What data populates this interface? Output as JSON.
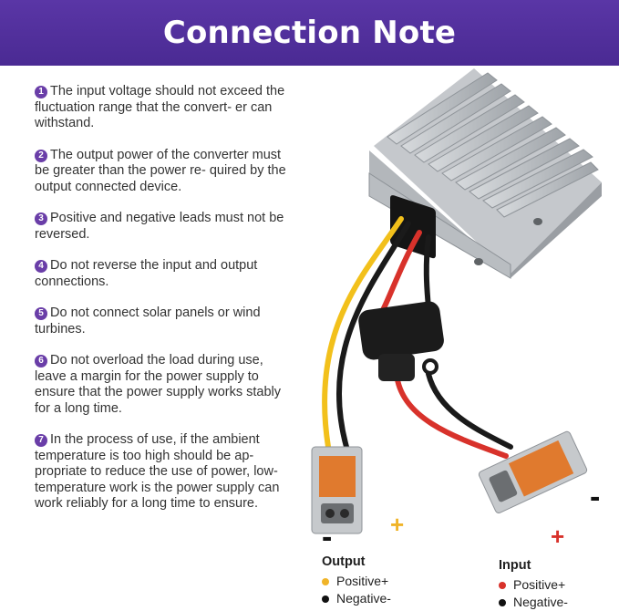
{
  "title": "Connection Note",
  "notes": [
    {
      "num": "1",
      "text": "The input voltage should not exceed the fluctuation range that the convert- er can withstand."
    },
    {
      "num": "2",
      "text": "The output power of the converter must be greater than the power re- quired by the output connected device."
    },
    {
      "num": "3",
      "text": "Positive and negative leads must not be reversed."
    },
    {
      "num": "4",
      "text": "Do not reverse the input and output connections."
    },
    {
      "num": "5",
      "text": "Do not connect solar panels or wind turbines."
    },
    {
      "num": "6",
      "text": "Do not overload the load during use, leave a margin for the power supply to ensure that the power supply works stably for a long time."
    },
    {
      "num": "7",
      "text": "In the process of use, if the ambient temperature is too high should be ap- propriate to reduce the use of power, low-temperature work is the power supply can work reliably for a long time to ensure."
    }
  ],
  "output": {
    "title": "Output",
    "positive": "Positive+",
    "negative": "Negative-",
    "plus_symbol": "+",
    "minus_symbol": "-"
  },
  "input": {
    "title": "Input",
    "positive": "Positive+",
    "negative": "Negative-",
    "plus_symbol": "+",
    "minus_symbol": "-"
  },
  "colors": {
    "banner": "#4a2a93",
    "number_circle": "#6a3ea8",
    "output_positive": "#f0b429",
    "input_positive": "#d8322b",
    "negative": "#111111"
  }
}
